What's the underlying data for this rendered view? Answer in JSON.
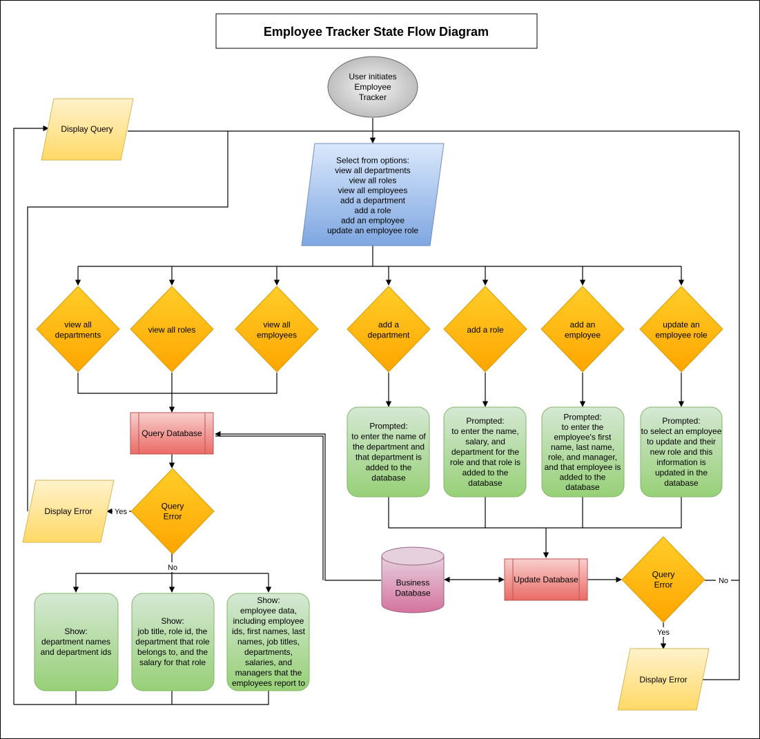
{
  "title": "Employee Tracker State Flow Diagram",
  "start": {
    "lines": [
      "User initiates",
      "Employee",
      "Tracker"
    ]
  },
  "options": {
    "lines": [
      "Select from options:",
      "view all departments",
      "view all roles",
      "view all employees",
      "add a department",
      "add a role",
      "add an employee",
      "update an employee role"
    ]
  },
  "decisions": {
    "view_departments": [
      "view all",
      "departments"
    ],
    "view_roles": [
      "view all roles"
    ],
    "view_employees": [
      "view all",
      "employees"
    ],
    "add_department": [
      "add a",
      "department"
    ],
    "add_role": [
      "add a role"
    ],
    "add_employee": [
      "add an",
      "employee"
    ],
    "update_role": [
      "update an",
      "employee role"
    ]
  },
  "query_database": [
    "Query Database"
  ],
  "query_error_left": [
    "Query",
    "Error"
  ],
  "display_error_left": [
    "Display Error"
  ],
  "display_query": [
    "Display Query"
  ],
  "shows": {
    "departments": [
      "Show:",
      "department names",
      "and department ids"
    ],
    "roles": [
      "Show:",
      "job title, role id, the",
      "department that role",
      "belongs to, and the",
      "salary for that role"
    ],
    "employees": [
      "Show:",
      "employee data,",
      "including employee",
      "ids, first names, last",
      "names, job titles,",
      "departments,",
      "salaries, and",
      "managers that the",
      "employees report to"
    ]
  },
  "prompts": {
    "department": [
      "Prompted:",
      "to enter the name of",
      "the department and",
      "that department is",
      "added to the",
      "database"
    ],
    "role": [
      "Prompted:",
      "to enter the name,",
      "salary, and",
      "department for the",
      "role and that role is",
      "added to the",
      "database"
    ],
    "employee": [
      "Prompted:",
      "to enter the",
      "employee's first",
      "name, last name,",
      "role, and manager,",
      "and that employee is",
      "added to the",
      "database"
    ],
    "update": [
      "Prompted:",
      "to select an employee",
      "to update and their",
      "new role and this",
      "information is",
      "updated in the",
      "database"
    ]
  },
  "business_database": [
    "Business",
    "Database"
  ],
  "update_database": [
    "Update Database"
  ],
  "query_error_right": [
    "Query",
    "Error"
  ],
  "display_error_right": [
    "Display Error"
  ],
  "edge_labels": {
    "yes_left": "Yes",
    "no_left": "No",
    "no_right": "No",
    "yes_right": "Yes"
  },
  "colors": {
    "diamond_fill": "#ffcd28",
    "diamond_stroke": "#d79b00",
    "green_fill": "#d5e8d4",
    "green_stroke": "#82b366",
    "red_fill": "#f8cecc",
    "red_stroke": "#b85450",
    "blue_fill": "#dae8fc",
    "blue_stroke": "#6c8ebf",
    "yellow_fill": "#fff2cc",
    "yellow_stroke": "#d6b656",
    "start_fill": "#e6e6e6",
    "db_fill": "#e6d0de",
    "db_stroke": "#996185"
  }
}
